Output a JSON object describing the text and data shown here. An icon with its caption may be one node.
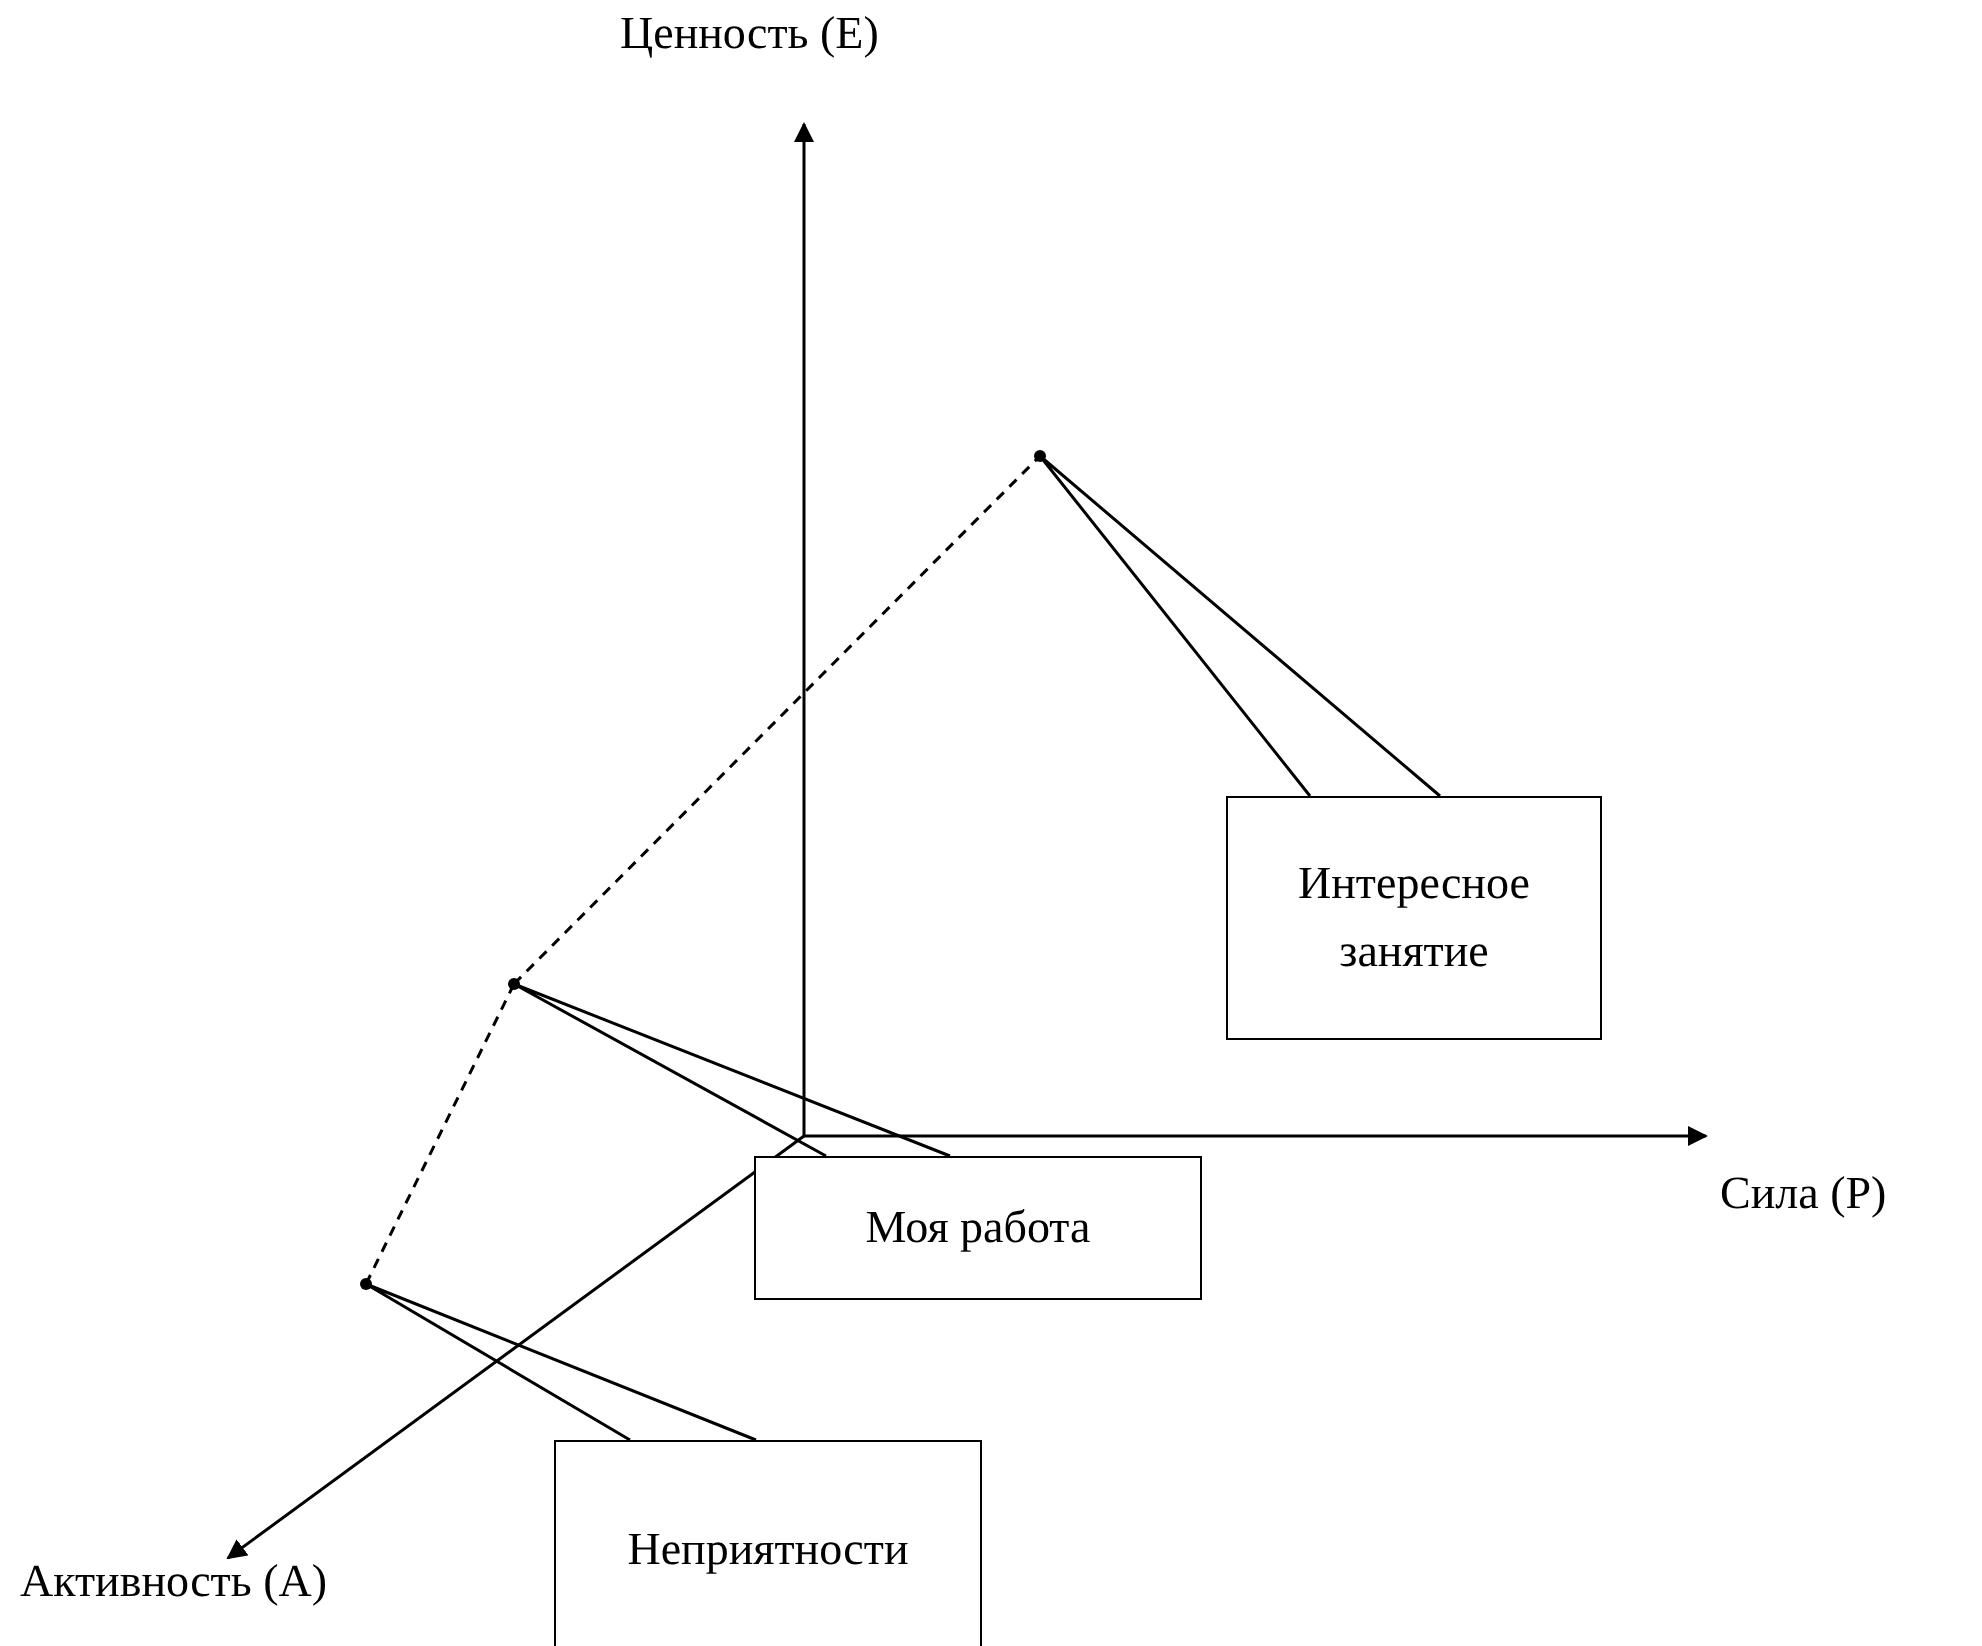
{
  "diagram": {
    "nodes": [
      {
        "text": [],
        "shape": "point"
      },
      {
        "text": [
          "Интересное занятие"
        ]
      },
      {
        "text": [],
        "shape": "point"
      },
      {
        "text": [
          "Моя работа"
        ]
      },
      {
        "text": [],
        "shape": "point"
      },
      {
        "text": [
          "Неприятности"
        ]
      }
    ],
    "edges": [
      {
        "from": 1,
        "to": 0,
        "arrow": "none"
      },
      {
        "from": 3,
        "to": 2,
        "arrow": "none"
      },
      {
        "from": 5,
        "to": 4,
        "arrow": "none"
      },
      {
        "from": 4,
        "to": 2,
        "arrow": "none",
        "style": "dashed"
      },
      {
        "from": 2,
        "to": 0,
        "arrow": "none",
        "style": "dashed"
      }
    ],
    "labels": [
      "Ценность (E)",
      "Сила (P)",
      "Активность (A)"
    ]
  }
}
